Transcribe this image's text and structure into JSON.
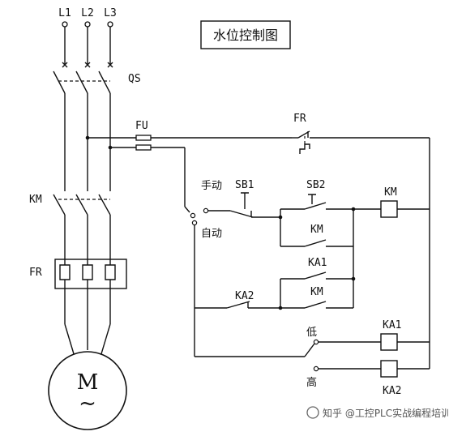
{
  "title": "水位控制图",
  "phases": [
    "L1",
    "L2",
    "L3"
  ],
  "labels": {
    "qs": "QS",
    "fu": "FU",
    "fr_top": "FR",
    "km_main": "KM",
    "fr_main": "FR",
    "manual": "手动",
    "auto": "自动",
    "sb1": "SB1",
    "sb2": "SB2",
    "km_coil": "KM",
    "km_contact1": "KM",
    "ka1_contact": "KA1",
    "km_contact2": "KM",
    "ka2_contact": "KA2",
    "low": "低",
    "high": "高",
    "ka1_coil": "KA1",
    "ka2_coil": "KA2"
  },
  "motor": {
    "letter": "M",
    "symbol": "~"
  },
  "watermark": "知乎 @工控PLC实战编程培训"
}
